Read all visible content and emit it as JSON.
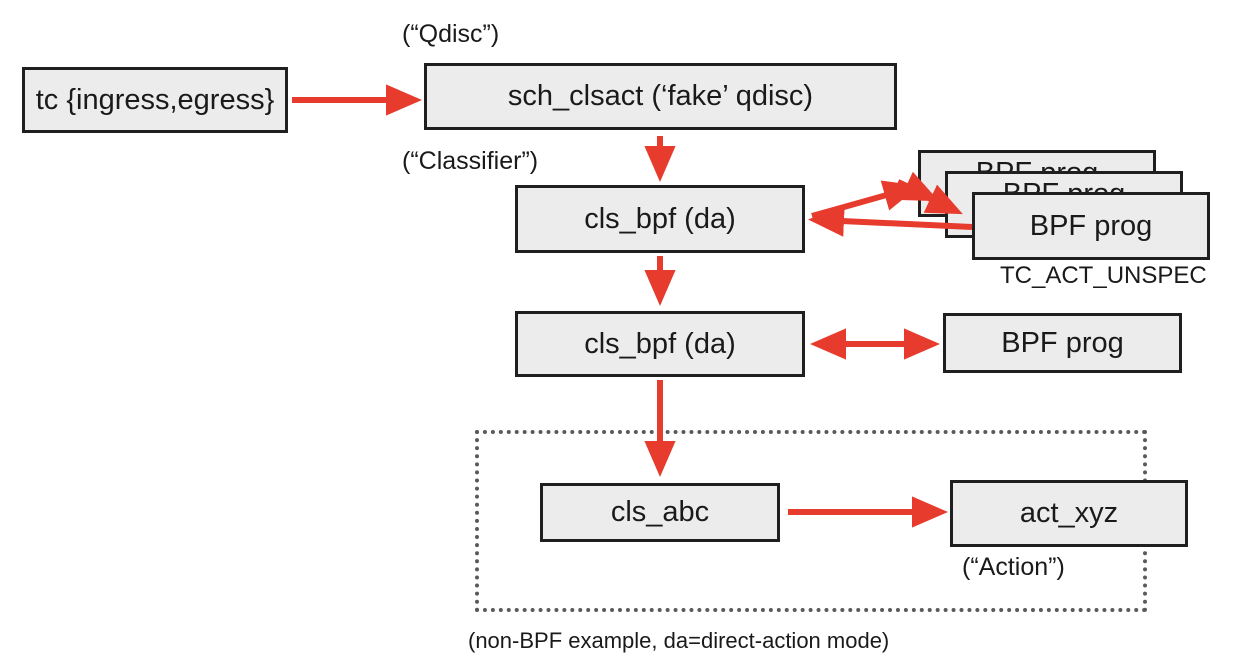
{
  "diagram": {
    "nodes": {
      "tc": {
        "label": "tc {ingress,egress}"
      },
      "sch_clsact": {
        "label": "sch_clsact (‘fake’ qdisc)"
      },
      "cls_bpf_1": {
        "label": "cls_bpf (da)"
      },
      "bpf_stack_back": {
        "label": "BPF prog"
      },
      "bpf_stack_mid": {
        "label": "BPF prog"
      },
      "bpf_stack_front": {
        "label": "BPF prog"
      },
      "cls_bpf_2": {
        "label": "cls_bpf (da)"
      },
      "bpf_prog_2": {
        "label": "BPF prog"
      },
      "cls_abc": {
        "label": "cls_abc"
      },
      "act_xyz": {
        "label": "act_xyz"
      }
    },
    "annotations": {
      "qdisc": "(“Qdisc”)",
      "classifier": "(“Classifier”)",
      "tc_act_unspec": "TC_ACT_UNSPEC",
      "action": "(“Action”)",
      "caption": "(non-BPF example, da=direct-action mode)"
    },
    "edges": [
      {
        "from": "tc",
        "to": "sch_clsact",
        "type": "arrow"
      },
      {
        "from": "sch_clsact",
        "to": "cls_bpf_1",
        "type": "arrow"
      },
      {
        "from": "cls_bpf_1",
        "to": "bpf_prog_stack",
        "type": "fan-arrow-3-heads"
      },
      {
        "from": "bpf_stack_front",
        "to": "cls_bpf_1",
        "type": "arrow"
      },
      {
        "from": "cls_bpf_1",
        "to": "cls_bpf_2",
        "type": "arrow"
      },
      {
        "from": "cls_bpf_2",
        "to": "bpf_prog_2",
        "type": "double-arrow"
      },
      {
        "from": "cls_bpf_2",
        "to": "cls_abc",
        "type": "arrow"
      },
      {
        "from": "cls_abc",
        "to": "act_xyz",
        "type": "arrow"
      }
    ],
    "colors": {
      "arrow": "#e73c2d",
      "box_fill": "#ececec",
      "box_border": "#1f1f1f",
      "dotted_border": "#5a5a5a",
      "text": "#1a1a1a"
    }
  }
}
